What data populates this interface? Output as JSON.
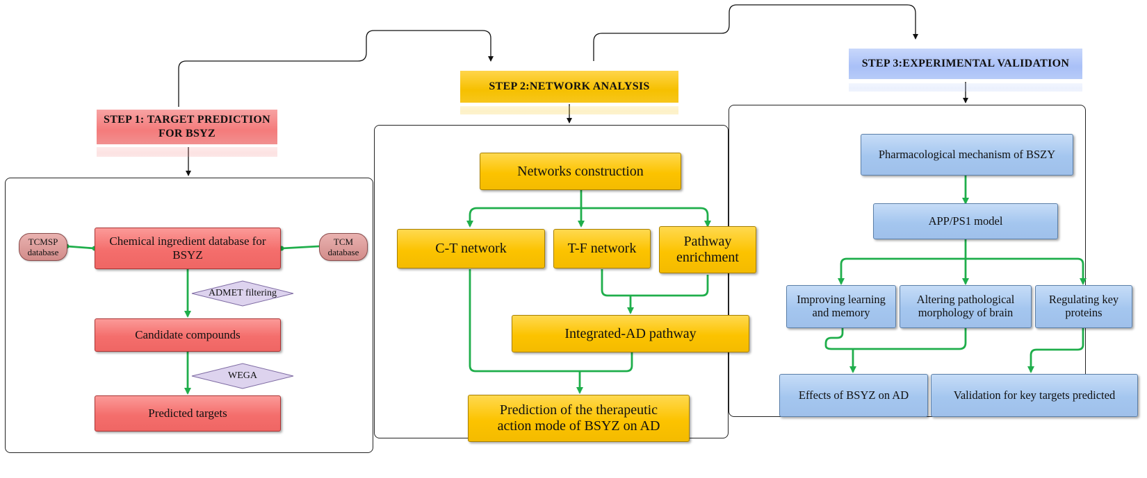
{
  "step1": {
    "header": [
      "STEP 1: TARGET PREDICTION",
      "FOR BSYZ"
    ],
    "left_source": [
      "TCMSP",
      "database"
    ],
    "right_source": [
      "TCM",
      "database"
    ],
    "chemical_db": [
      "Chemical ingredient database for",
      "BSYZ"
    ],
    "filter_1": "ADMET filtering",
    "candidates": "Candidate compounds",
    "filter_2": "WEGA",
    "predicted": "Predicted targets"
  },
  "step2": {
    "header": "STEP 2:NETWORK ANALYSIS",
    "construction": "Networks construction",
    "ct_network": "C-T network",
    "tf_network": "T-F network",
    "pathway_enrichment": [
      "Pathway",
      "enrichment"
    ],
    "integrated": "Integrated-AD pathway",
    "prediction": [
      "Prediction of the therapeutic",
      "action mode of BSYZ on AD"
    ]
  },
  "step3": {
    "header": "STEP 3:EXPERIMENTAL VALIDATION",
    "mechanism": "Pharmacological mechanism of BSZY",
    "model": "APP/PS1 model",
    "learning": [
      "Improving learning",
      "and memory"
    ],
    "morphology": [
      "Altering pathological",
      "morphology of brain"
    ],
    "proteins": [
      "Regulating key",
      "proteins"
    ],
    "effects": "Effects of BSYZ on AD",
    "validation": "Validation for key targets predicted"
  },
  "colors": {
    "flow_arrow": "#1fae4b",
    "step_arrow": "#111111",
    "step1": "#f47b7b",
    "step2": "#f6c000",
    "step3": "#a9c0f7"
  }
}
